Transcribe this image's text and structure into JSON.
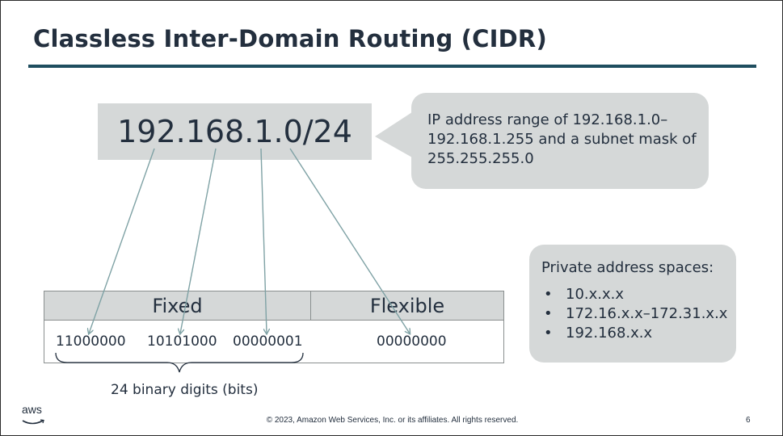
{
  "title": "Classless Inter-Domain Routing (CIDR)",
  "cidr": "192.168.1.0/24",
  "callout": {
    "line1": "IP address range of 192.168.1.0–",
    "line2": "192.168.1.255 and a subnet mask of",
    "line3": "255.255.255.0"
  },
  "table": {
    "fixed_header": "Fixed",
    "flexible_header": "Flexible",
    "octets": [
      "11000000",
      "10101000",
      "00000001",
      "00000000"
    ]
  },
  "bits_label": "24 binary digits (bits)",
  "private": {
    "title": "Private address spaces:",
    "bullet": "•",
    "items": [
      "10.x.x.x",
      "172.16.x.x–172.31.x.x",
      "192.168.x.x"
    ]
  },
  "logo_text": "aws",
  "footer": "© 2023, Amazon Web Services, Inc. or its affiliates. All rights reserved.",
  "page_number": "6",
  "colors": {
    "title": "#232f3e",
    "rule": "#1f4e5f",
    "box_fill": "#d5d8d8",
    "arrow": "#7fa2a5"
  }
}
